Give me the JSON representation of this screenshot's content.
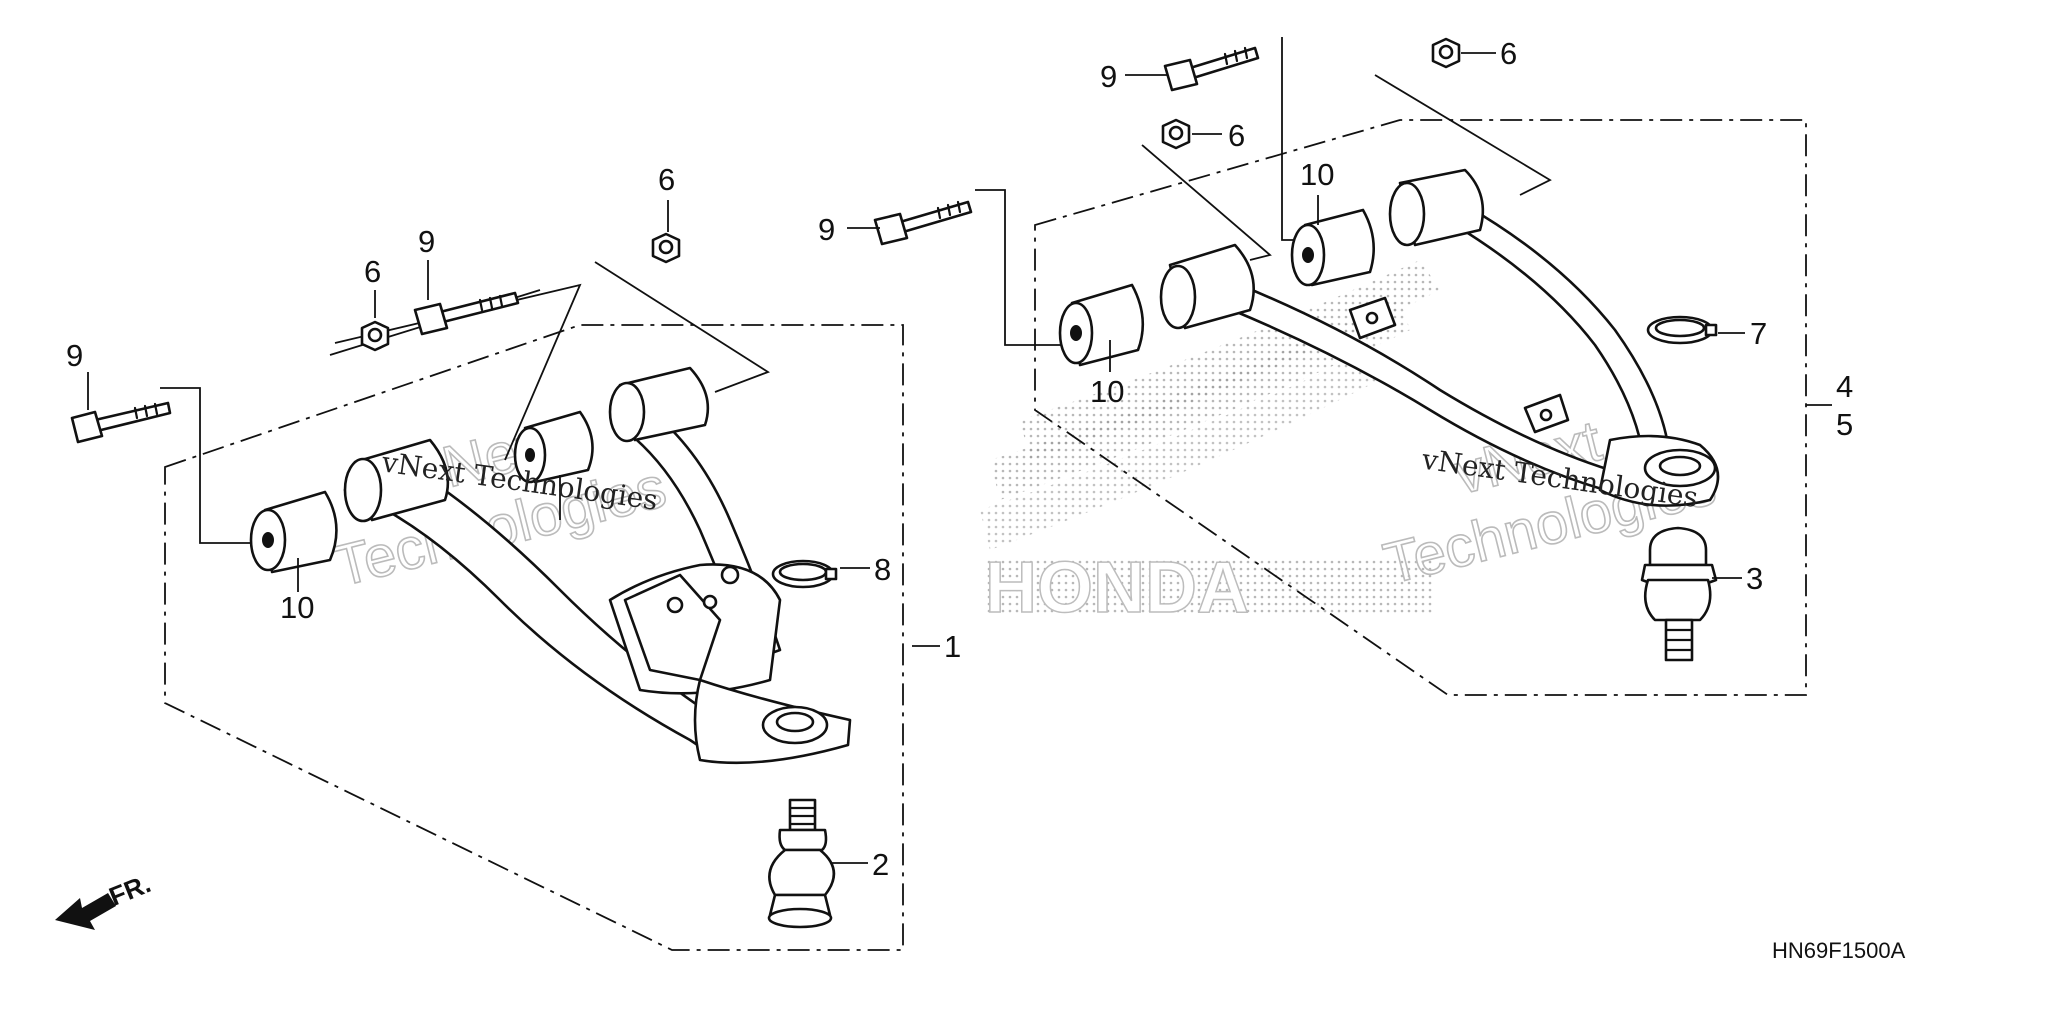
{
  "diagram_code": "HN69F1500A",
  "front_indicator": "FR.",
  "watermark": {
    "brand_text": "vNext Technologies",
    "outline_word_1": "vNext",
    "outline_word_2": "Technologies",
    "logo_text": "HONDA"
  },
  "callouts": {
    "lower_arm_assy": "1",
    "lower_ball_joint": "2",
    "upper_ball_joint": "3",
    "upper_arm_assy_a": "4",
    "upper_arm_assy_b": "5",
    "upper_circlip": "7",
    "lower_circlip": "8",
    "lower_nut_a": "6",
    "lower_nut_b": "6",
    "upper_nut_a": "6",
    "upper_nut_b": "6",
    "lower_bolt_a": "9",
    "lower_bolt_b": "9",
    "upper_bolt_a": "9",
    "upper_bolt_b": "9",
    "lower_bushing": "10",
    "upper_bushing_a": "10",
    "upper_bushing_b": "10"
  }
}
